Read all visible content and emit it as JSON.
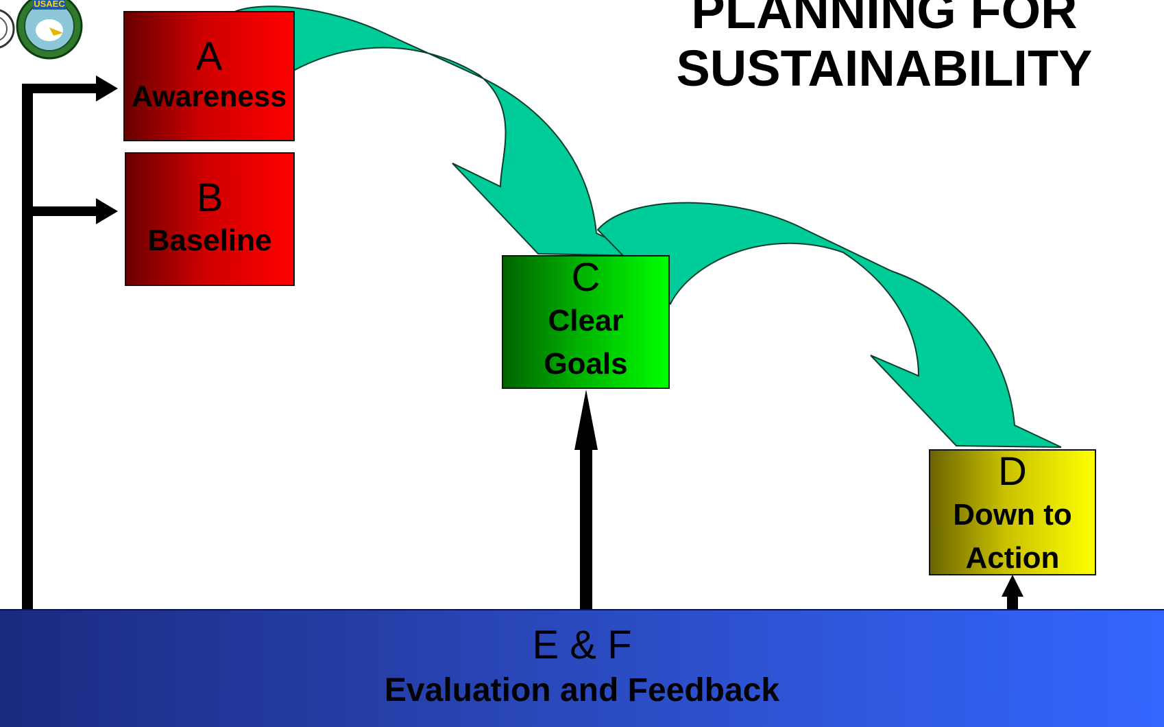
{
  "title": {
    "line1": "PLANNING FOR",
    "line2": "SUSTAINABILITY"
  },
  "logo": {
    "text": "USAEC"
  },
  "steps": {
    "a": {
      "letter": "A",
      "label": "Awareness"
    },
    "b": {
      "letter": "B",
      "label": "Baseline"
    },
    "c": {
      "letter": "C",
      "line1": "Clear",
      "line2": "Goals"
    },
    "d": {
      "letter": "D",
      "line1": "Down to",
      "line2": "Action"
    }
  },
  "feedback": {
    "letter": "E & F",
    "label": "Evaluation and Feedback"
  },
  "colors": {
    "stage_red": "#ff0000",
    "stage_green": "#00ff00",
    "stage_yellow": "#ffff00",
    "feedback_blue": "#3366ff",
    "curved_arrow": "#00cc99"
  }
}
